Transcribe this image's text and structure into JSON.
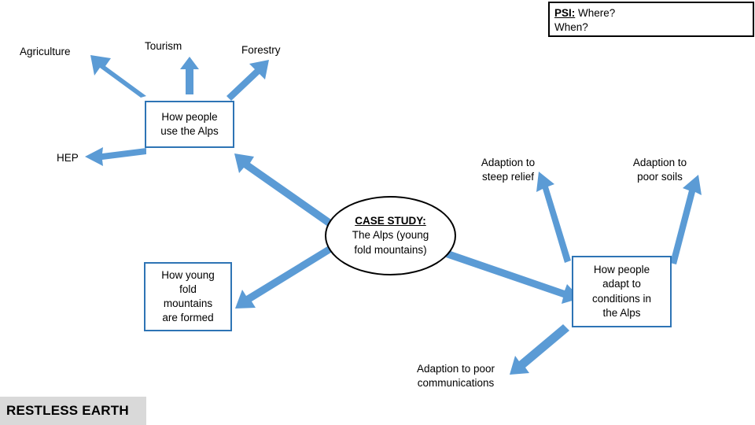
{
  "diagram": {
    "title_footer": "RESTLESS EARTH",
    "psi_note": {
      "label": "PSI:",
      "line1": " Where?",
      "line2": "When?"
    },
    "center": {
      "heading": "CASE STUDY:",
      "line1": "The Alps (young",
      "line2": "fold mountains)"
    },
    "nodes": {
      "agriculture": "Agriculture",
      "tourism": "Tourism",
      "forestry": "Forestry",
      "hep": "HEP",
      "how_people_use": {
        "line1": "How people",
        "line2": "use the Alps"
      },
      "how_young_fold": {
        "line1": "How young",
        "line2": "fold",
        "line3": "mountains",
        "line4": "are formed"
      },
      "adaption_steep_relief": {
        "line1": "Adaption to",
        "line2": "steep relief"
      },
      "adaption_poor_soils": {
        "line1": "Adaption to",
        "line2": "poor soils"
      },
      "adaption_poor_comms": {
        "line1": "Adaption to poor",
        "line2": "communications"
      },
      "how_people_adapt": {
        "line1": "How people",
        "line2": "adapt to",
        "line3": "conditions in",
        "line4": "the Alps"
      }
    },
    "colors": {
      "arrow": "#5B9BD5",
      "box_border": "#2E74B5",
      "footer_band": "#D9D9D9"
    }
  }
}
